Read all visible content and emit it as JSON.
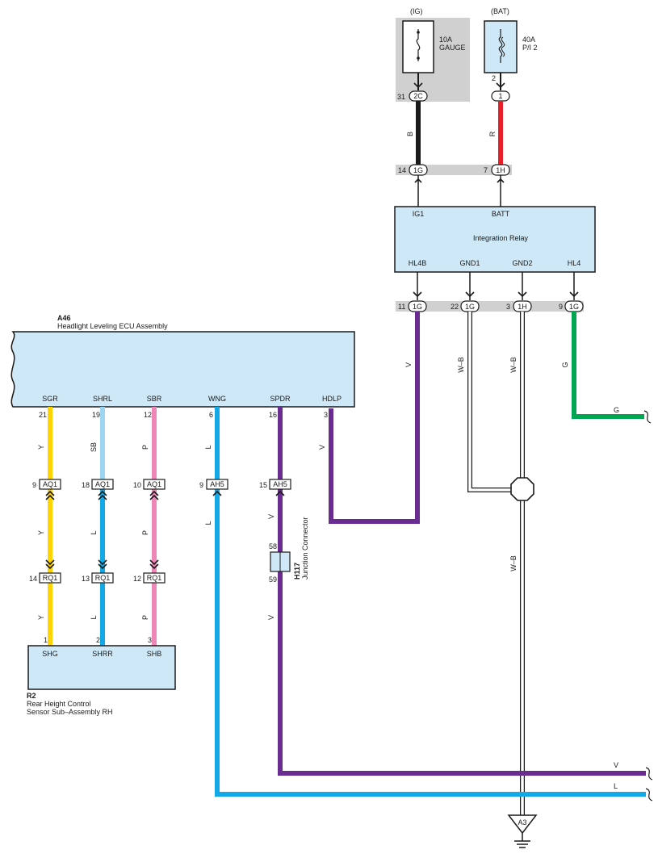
{
  "fuses": {
    "ig": {
      "title": "(IG)",
      "rating": "10A",
      "name": "GAUGE",
      "pin": "31",
      "connector": "2C"
    },
    "bat": {
      "title": "(BAT)",
      "rating": "40A",
      "name": "P/I 2",
      "pin": "2",
      "connector": "1"
    }
  },
  "wires_top": {
    "b": "B",
    "r": "R"
  },
  "relay_in": {
    "left": {
      "pin": "14",
      "connector": "1G"
    },
    "right": {
      "pin": "7",
      "connector": "1H"
    }
  },
  "integration_relay": {
    "name": "Integration Relay",
    "term_ig1": "IG1",
    "term_batt": "BATT",
    "term_hl4b": "HL4B",
    "term_gnd1": "GND1",
    "term_gnd2": "GND2",
    "term_hl4": "HL4"
  },
  "relay_out": [
    {
      "pin": "11",
      "connector": "1G"
    },
    {
      "pin": "22",
      "connector": "1G"
    },
    {
      "pin": "3",
      "connector": "1H"
    },
    {
      "pin": "9",
      "connector": "1G"
    }
  ],
  "relay_wires": {
    "v": "V",
    "wb1": "W–B",
    "wb2": "W–B",
    "g": "G",
    "g_end": "G",
    "wb_down": "W–B"
  },
  "ecu": {
    "code": "A46",
    "name": "Headlight Leveling ECU Assembly",
    "terminals": [
      "SGR",
      "SHRL",
      "SBR",
      "WNG",
      "SPDR",
      "HDLP"
    ],
    "pins": [
      "21",
      "19",
      "12",
      "6",
      "16",
      "3"
    ]
  },
  "ecu_wires": {
    "upper": [
      "Y",
      "SB",
      "P",
      "L",
      "",
      "V"
    ],
    "middle": [
      "Y",
      "L",
      "P",
      "L",
      "V"
    ],
    "lower": [
      "Y",
      "L",
      "P",
      "",
      "V"
    ]
  },
  "connectors_aq": [
    {
      "pin": "9",
      "connector": "AQ1"
    },
    {
      "pin": "18",
      "connector": "AQ1"
    },
    {
      "pin": "10",
      "connector": "AQ1"
    },
    {
      "pin": "9",
      "connector": "AH5"
    },
    {
      "pin": "15",
      "connector": "AH5"
    }
  ],
  "connectors_rq": [
    {
      "pin": "14",
      "connector": "RQ1"
    },
    {
      "pin": "13",
      "connector": "RQ1"
    },
    {
      "pin": "12",
      "connector": "RQ1"
    }
  ],
  "junction": {
    "code": "H117",
    "name": "Junction Connector",
    "pin_top": "58",
    "pin_bottom": "59"
  },
  "sensor": {
    "code": "R2",
    "name_line1": "Rear Height Control",
    "name_line2": "Sensor Sub–Assembly RH",
    "terminals": [
      "SHG",
      "SHRR",
      "SHB"
    ],
    "pins": [
      "1",
      "2",
      "3"
    ]
  },
  "bottom_wires": {
    "v": "V",
    "l": "L"
  },
  "ground": {
    "label": "A3"
  },
  "colors": {
    "yellow": "#ffd400",
    "light_blue": "#9dd6f3",
    "pink": "#ef86b8",
    "blue": "#12a9e6",
    "purple": "#6a2c91",
    "green": "#00a651",
    "red": "#e8202a",
    "black": "#1a1a1a",
    "box_fill": "#cfe8f7",
    "shade": "#d0d0d0"
  }
}
